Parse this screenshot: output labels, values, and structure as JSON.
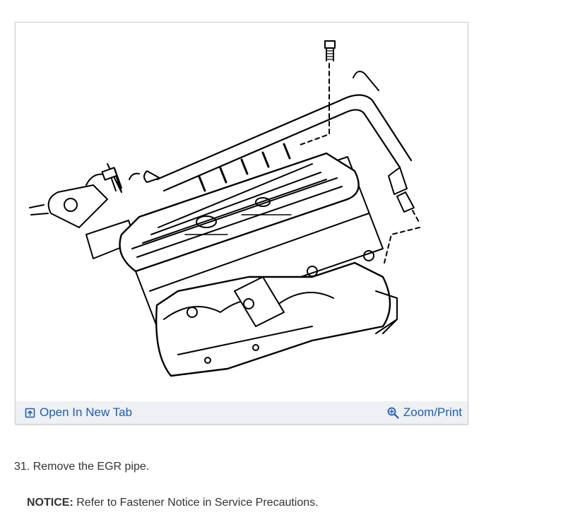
{
  "figure": {
    "toolbar": {
      "open_tab_label": "Open In New Tab",
      "open_tab_icon": "open-in-new-tab-icon",
      "zoom_label": "Zoom/Print",
      "zoom_icon": "zoom-in-icon",
      "link_color": "#1a5fb4"
    }
  },
  "procedure": {
    "step_text": "31. Remove the EGR pipe.",
    "notice_label": "NOTICE:",
    "notice_text": " Refer to Fastener Notice in Service Precautions."
  }
}
